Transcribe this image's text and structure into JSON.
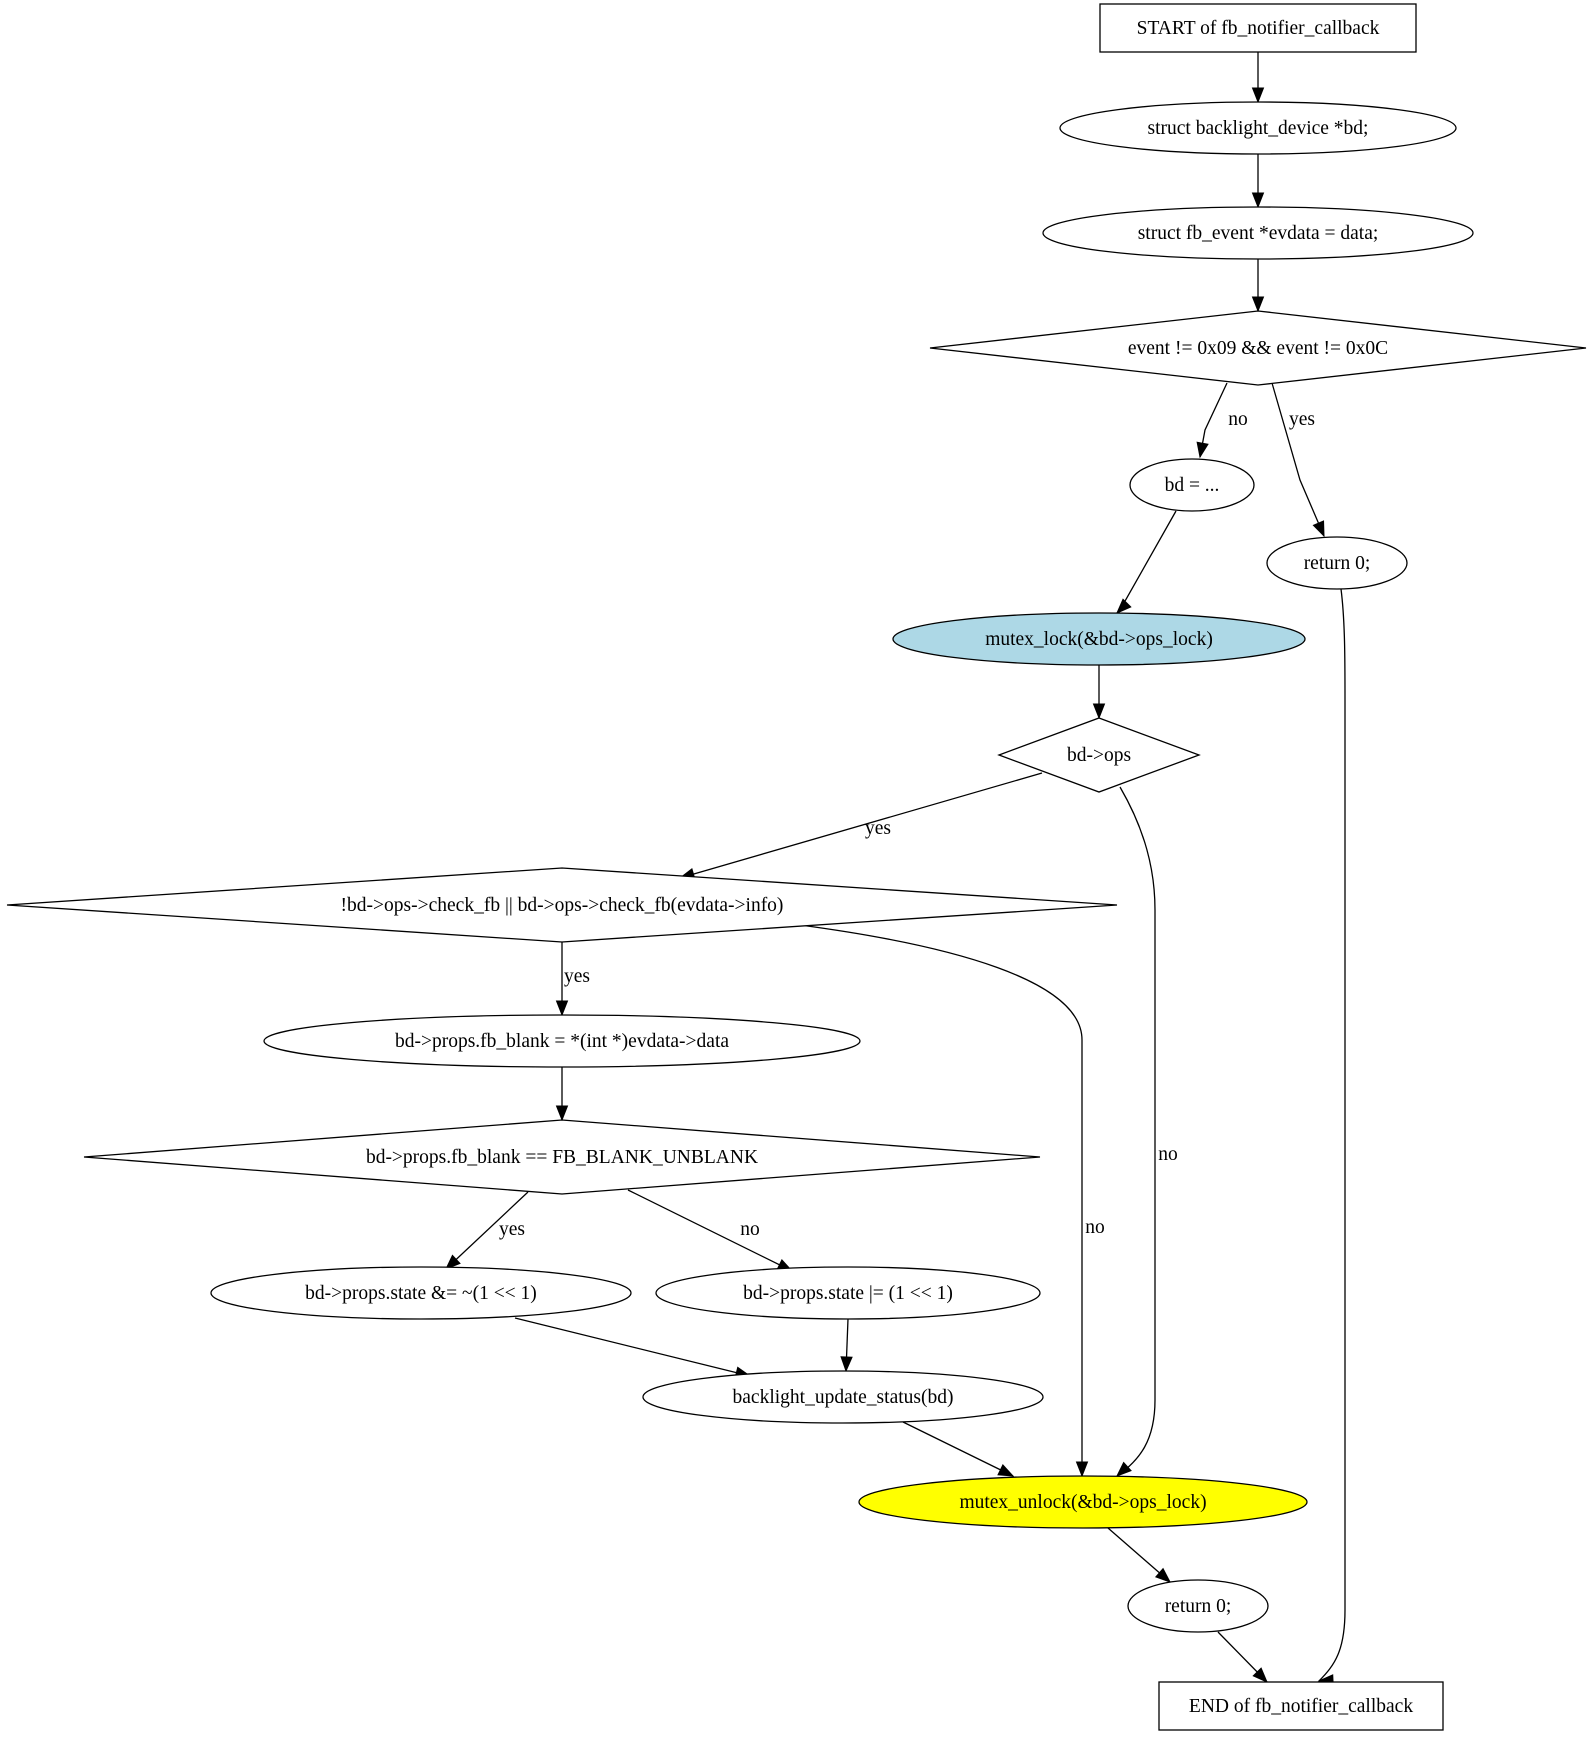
{
  "diagram": {
    "nodes": {
      "start": {
        "label": "START of fb_notifier_callback",
        "shape": "box"
      },
      "decl_bd": {
        "label": "struct backlight_device *bd;",
        "shape": "ellipse"
      },
      "decl_evdata": {
        "label": "struct fb_event *evdata = data;",
        "shape": "ellipse"
      },
      "cond_event": {
        "label": "event != 0x09 && event != 0x0C",
        "shape": "diamond"
      },
      "assign_bd": {
        "label": "bd = ...",
        "shape": "ellipse"
      },
      "return_early": {
        "label": "return 0;",
        "shape": "ellipse"
      },
      "mutex_lock": {
        "label": "mutex_lock(&bd->ops_lock)",
        "shape": "ellipse",
        "fill": "#add8e6"
      },
      "cond_ops": {
        "label": "bd->ops",
        "shape": "diamond"
      },
      "cond_check_fb": {
        "label": "!bd->ops->check_fb || bd->ops->check_fb(evdata->info)",
        "shape": "diamond"
      },
      "set_fb_blank": {
        "label": "bd->props.fb_blank = *(int *)evdata->data",
        "shape": "ellipse"
      },
      "cond_unblank": {
        "label": "bd->props.fb_blank == FB_BLANK_UNBLANK",
        "shape": "diamond"
      },
      "state_clear": {
        "label": "bd->props.state &= ~(1 << 1)",
        "shape": "ellipse"
      },
      "state_set": {
        "label": "bd->props.state |= (1 << 1)",
        "shape": "ellipse"
      },
      "update_status": {
        "label": "backlight_update_status(bd)",
        "shape": "ellipse"
      },
      "mutex_unlock": {
        "label": "mutex_unlock(&bd->ops_lock)",
        "shape": "ellipse",
        "fill": "#ffff00"
      },
      "return_final": {
        "label": "return 0;",
        "shape": "ellipse"
      },
      "end": {
        "label": "END of fb_notifier_callback",
        "shape": "box"
      }
    },
    "edges": [
      {
        "from": "start",
        "to": "decl_bd",
        "label": ""
      },
      {
        "from": "decl_bd",
        "to": "decl_evdata",
        "label": ""
      },
      {
        "from": "decl_evdata",
        "to": "cond_event",
        "label": ""
      },
      {
        "from": "cond_event",
        "to": "assign_bd",
        "label": "no"
      },
      {
        "from": "cond_event",
        "to": "return_early",
        "label": "yes"
      },
      {
        "from": "assign_bd",
        "to": "mutex_lock",
        "label": ""
      },
      {
        "from": "return_early",
        "to": "end",
        "label": ""
      },
      {
        "from": "mutex_lock",
        "to": "cond_ops",
        "label": ""
      },
      {
        "from": "cond_ops",
        "to": "cond_check_fb",
        "label": "yes"
      },
      {
        "from": "cond_ops",
        "to": "mutex_unlock",
        "label": "no"
      },
      {
        "from": "cond_check_fb",
        "to": "set_fb_blank",
        "label": "yes"
      },
      {
        "from": "cond_check_fb",
        "to": "mutex_unlock",
        "label": "no"
      },
      {
        "from": "set_fb_blank",
        "to": "cond_unblank",
        "label": ""
      },
      {
        "from": "cond_unblank",
        "to": "state_clear",
        "label": "yes"
      },
      {
        "from": "cond_unblank",
        "to": "state_set",
        "label": "no"
      },
      {
        "from": "state_clear",
        "to": "update_status",
        "label": ""
      },
      {
        "from": "state_set",
        "to": "update_status",
        "label": ""
      },
      {
        "from": "update_status",
        "to": "mutex_unlock",
        "label": ""
      },
      {
        "from": "mutex_unlock",
        "to": "return_final",
        "label": ""
      },
      {
        "from": "return_final",
        "to": "end",
        "label": ""
      }
    ]
  }
}
